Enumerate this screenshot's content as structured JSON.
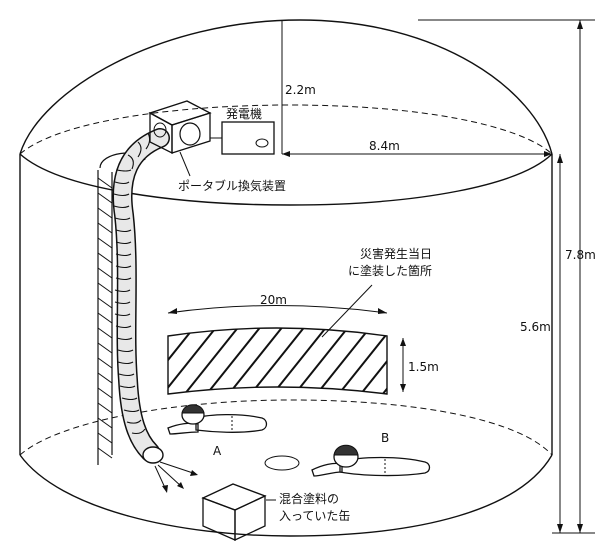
{
  "labels": {
    "generator": "発電機",
    "ventilator": "ポータブル換気装置",
    "painted_area_line1": "災害発生当日",
    "painted_area_line2": "に塗装した箇所",
    "can_line1": "混合塗料の",
    "can_line2": "入っていた缶",
    "worker_a": "A",
    "worker_b": "B"
  },
  "dimensions": {
    "dome_height": "2.2m",
    "radius": "8.4m",
    "total_height": "7.8m",
    "wall_height": "5.6m",
    "painted_width": "20m",
    "painted_height": "1.5m"
  },
  "colors": {
    "line": "#111111",
    "background": "#ffffff",
    "hose_fill": "#e8e8e8"
  }
}
